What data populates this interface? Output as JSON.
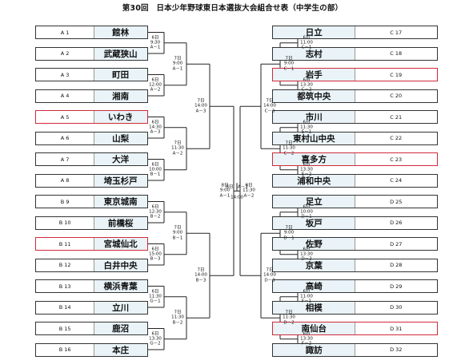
{
  "title": "第30回　日本少年野球東日本選抜大会組合せ表（中学生の部）",
  "left_teams": [
    {
      "seed": "A 1",
      "name": "館林",
      "highlight": false
    },
    {
      "seed": "A 2",
      "name": "武蔵狭山",
      "highlight": false
    },
    {
      "seed": "A 3",
      "name": "町田",
      "highlight": false
    },
    {
      "seed": "A 4",
      "name": "湘南",
      "highlight": false
    },
    {
      "seed": "A 5",
      "name": "いわき",
      "highlight": true
    },
    {
      "seed": "A 6",
      "name": "山梨",
      "highlight": false
    },
    {
      "seed": "A 7",
      "name": "大洋",
      "highlight": false
    },
    {
      "seed": "A 8",
      "name": "埼玉杉戸",
      "highlight": false
    },
    {
      "seed": "B 9",
      "name": "東京城南",
      "highlight": false
    },
    {
      "seed": "B 10",
      "name": "前橋桜",
      "highlight": false
    },
    {
      "seed": "B 11",
      "name": "宮城仙北",
      "highlight": true
    },
    {
      "seed": "B 12",
      "name": "白井中央",
      "highlight": false
    },
    {
      "seed": "B 13",
      "name": "横浜青葉",
      "highlight": false
    },
    {
      "seed": "B 14",
      "name": "立川",
      "highlight": false
    },
    {
      "seed": "B 15",
      "name": "鹿沼",
      "highlight": false
    },
    {
      "seed": "B 16",
      "name": "本庄",
      "highlight": false
    }
  ],
  "right_teams": [
    {
      "seed": "C 17",
      "name": "日立",
      "highlight": false
    },
    {
      "seed": "C 18",
      "name": "志村",
      "highlight": false
    },
    {
      "seed": "C 19",
      "name": "岩手",
      "highlight": true
    },
    {
      "seed": "C 20",
      "name": "都筑中央",
      "highlight": false
    },
    {
      "seed": "C 21",
      "name": "市川",
      "highlight": false
    },
    {
      "seed": "C 22",
      "name": "東村山中央",
      "highlight": false
    },
    {
      "seed": "C 23",
      "name": "喜多方",
      "highlight": true
    },
    {
      "seed": "C 24",
      "name": "浦和中央",
      "highlight": false
    },
    {
      "seed": "D 25",
      "name": "足立",
      "highlight": false
    },
    {
      "seed": "D 26",
      "name": "坂戸",
      "highlight": false
    },
    {
      "seed": "D 27",
      "name": "佐野",
      "highlight": false
    },
    {
      "seed": "D 28",
      "name": "京葉",
      "highlight": false
    },
    {
      "seed": "D 29",
      "name": "高崎",
      "highlight": false
    },
    {
      "seed": "D 30",
      "name": "相模",
      "highlight": false
    },
    {
      "seed": "D 31",
      "name": "南仙台",
      "highlight": true
    },
    {
      "seed": "D 32",
      "name": "諏訪",
      "highlight": false
    }
  ],
  "left_r1": [
    "6日\n9:30\nA－1",
    "6日\n12:00\nA－2",
    "6日\n14:30\nA－3",
    "6日\n10:00\nB－1",
    "6日\n12:30\nB－2",
    "6日\n15:00\nB－3",
    "6日\n11:30\nG－1",
    "6日\n13:30\nG－2"
  ],
  "left_r2": [
    "7日\n9:00\nA－1",
    "7日\n11:30\nA－2",
    "7日\n9:00\nB－1",
    "7日\n11:30\nB－2"
  ],
  "left_r3": [
    "7日\n14:00\nA－3",
    "7日\n14:00\nB－3"
  ],
  "left_r4": "8日\n9:00\nA－1",
  "right_r1": [
    "6日\n11:00\nC－1",
    "6日\n13:30\nC－2",
    "6日\n11:30\nE－1",
    "6日\n13:30\nE－2",
    "6日\n10:00\nD－1",
    "6日\n13:30\nD－2",
    "6日\n11:00\nF－1",
    "6日\n13:30\nF－2"
  ],
  "right_r2": [
    "7日\n9:00\nC－1",
    "7日\n11:30\nC－2",
    "7日\n9:00\nD－1",
    "7日\n11:30\nD－2"
  ],
  "right_r3": [
    "7日\n14:00\nC－3",
    "7日\n14:00\nD－3"
  ],
  "right_r4": "8日\n11:30\nA－2",
  "final": "8日　A－3\n\n14:00"
}
